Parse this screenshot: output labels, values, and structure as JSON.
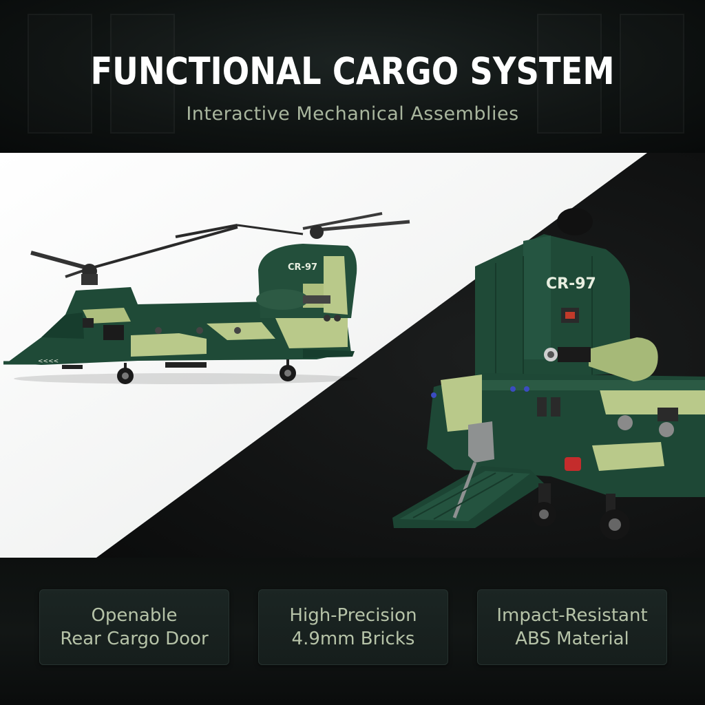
{
  "header": {
    "title": "FUNCTIONAL CARGO SYSTEM",
    "subtitle": "Interactive Mechanical Assemblies"
  },
  "product": {
    "model_label": "CR-97"
  },
  "features": [
    {
      "line1": "Openable",
      "line2": "Rear Cargo Door"
    },
    {
      "line1": "High-Precision",
      "line2": "4.9mm Bricks"
    },
    {
      "line1": "Impact-Resistant",
      "line2": "ABS Material"
    }
  ],
  "colors": {
    "dark_green": "#1f4a37",
    "light_green": "#b9c98a",
    "background_dark": "#0c0f0e",
    "text_muted": "#b6c3a8"
  }
}
